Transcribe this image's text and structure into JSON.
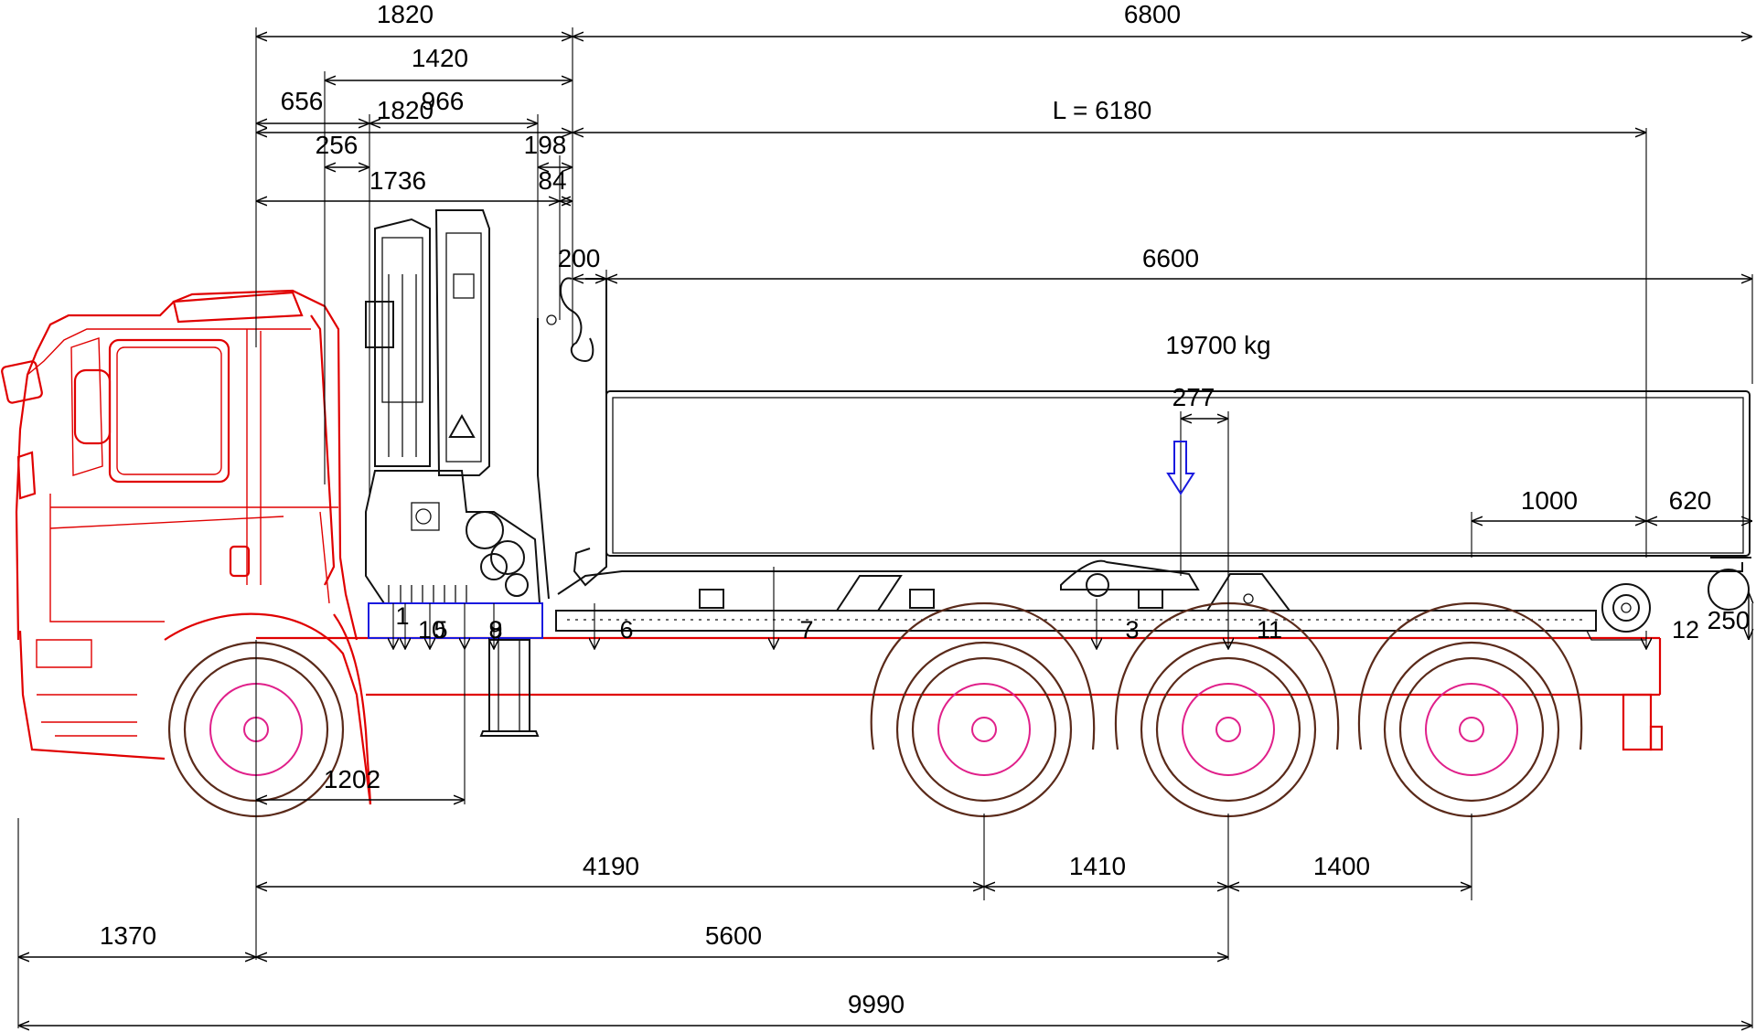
{
  "dimensions": {
    "crane_to_body_front": "1820",
    "body_length_overall": "6800",
    "crane_width_outer": "1420",
    "cab_to_crane_a": "656",
    "crane_mount_a": "1820",
    "crane_mount_b": "966",
    "body_inner_length": "L = 6180",
    "crane_gap_a": "256",
    "crane_gap_b": "198",
    "crane_span": "1736",
    "crane_gap_c": "84",
    "hook_offset": "200",
    "container_length": "6600",
    "load_offset": "277",
    "rear_section": "1000",
    "rear_overhang_top": "620",
    "rear_height": "250",
    "front_axle_to_support": "1202",
    "wheelbase_1": "4190",
    "wheelbase_2": "1410",
    "wheelbase_3": "1400",
    "front_overhang": "1370",
    "wheelbase_total": "5600",
    "overall_length": "9990"
  },
  "load": {
    "weight": "19700 kg"
  },
  "markers": {
    "m1": "1",
    "m10": "10",
    "m5": "5",
    "m8": "8",
    "m9": "9",
    "m6": "6",
    "m7": "7",
    "m3": "3",
    "m11": "11",
    "m12": "12"
  },
  "colors": {
    "cab": "#e00000",
    "wheel_hub": "#e0208a",
    "tire": "#5a2a1a",
    "crane_base_box": "#1a1adf",
    "load_arrow": "#1a1adf",
    "chassis_line": "#e00000"
  }
}
